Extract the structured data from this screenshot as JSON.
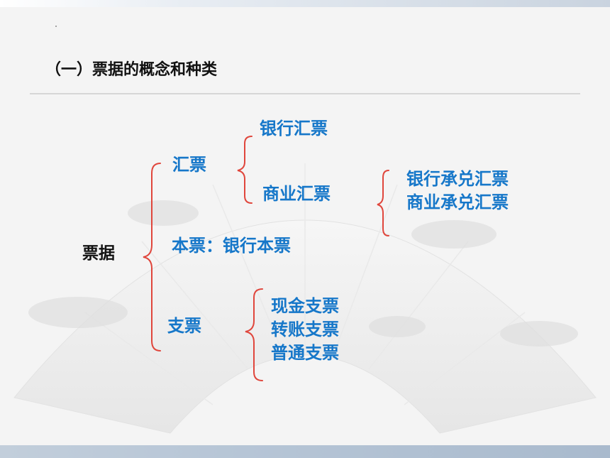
{
  "slide": {
    "title": "（一）票据的概念和种类"
  },
  "tree": {
    "root": "票据",
    "draft": {
      "label": "汇票",
      "children": [
        "银行汇票",
        "商业汇票"
      ],
      "commercial_children": [
        "银行承兑汇票",
        "商业承兑汇票"
      ]
    },
    "promissory": "本票：银行本票",
    "cheque": {
      "label": "支票",
      "children": [
        "现金支票",
        "转账支票",
        "普通支票"
      ]
    }
  },
  "colors": {
    "label_blue": "#1677c9",
    "brace_red": "#e0463c",
    "title_black": "#111111"
  }
}
